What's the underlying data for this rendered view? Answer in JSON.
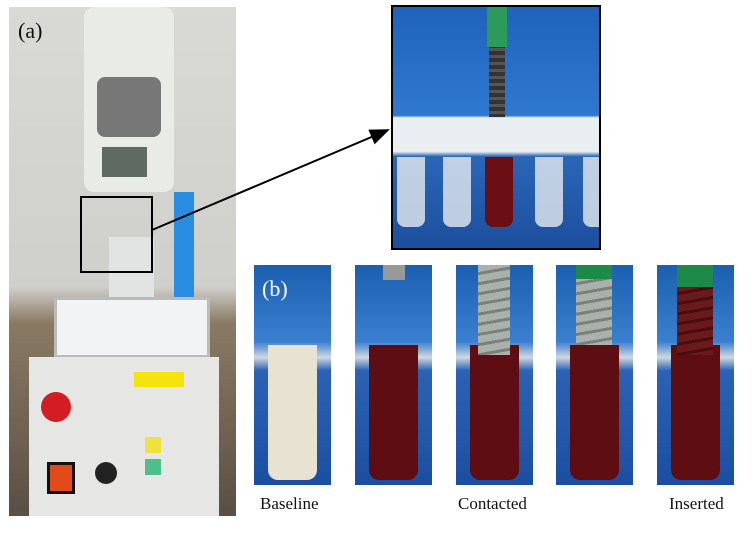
{
  "panel_a": {
    "label": "(a)"
  },
  "panel_b": {
    "label": "(b)",
    "captions": [
      "Baseline",
      "Contacted",
      "Inserted"
    ]
  },
  "colors": {
    "blue_bg": "#2b6fc4",
    "blood": "#6b0f14",
    "implant_green": "#1e8a4a",
    "frame": "#000000"
  }
}
